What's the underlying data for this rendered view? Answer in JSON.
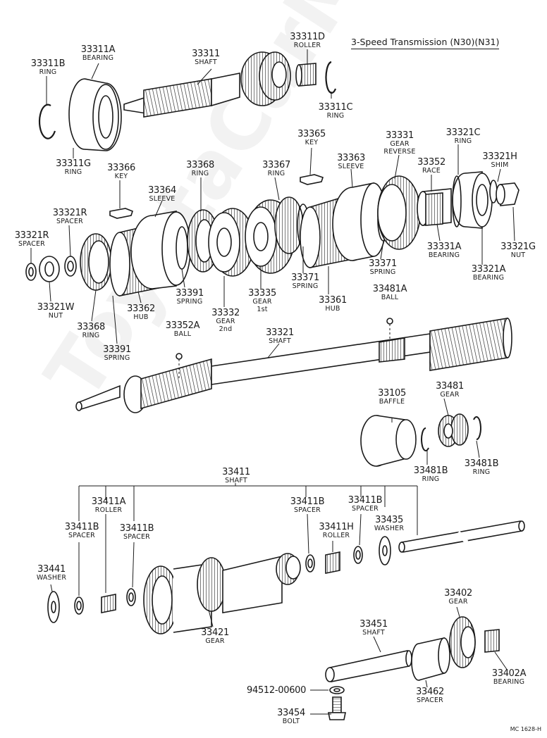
{
  "title": "3-Speed Transmission (N30)(N31)",
  "diagram_code": "MC 1628-H",
  "watermark": "ToyotaCarMan.ru",
  "parts": {
    "p33311B": {
      "number": "33311B",
      "desc": "RING"
    },
    "p33311A": {
      "number": "33311A",
      "desc": "BEARING"
    },
    "p33311": {
      "number": "33311",
      "desc": "SHAFT"
    },
    "p33311D": {
      "number": "33311D",
      "desc": "ROLLER"
    },
    "p33311C": {
      "number": "33311C",
      "desc": "RING"
    },
    "p33311G": {
      "number": "33311G",
      "desc": "RING"
    },
    "p33365": {
      "number": "33365",
      "desc": "KEY"
    },
    "p33331": {
      "number": "33331",
      "desc": "GEAR",
      "desc2": "REVERSE"
    },
    "p33321C": {
      "number": "33321C",
      "desc": "RING"
    },
    "p33366": {
      "number": "33366",
      "desc": "KEY"
    },
    "p33368a": {
      "number": "33368",
      "desc": "RING"
    },
    "p33367": {
      "number": "33367",
      "desc": "RING"
    },
    "p33363": {
      "number": "33363",
      "desc": "SLEEVE"
    },
    "p33352": {
      "number": "33352",
      "desc": "RACE"
    },
    "p33321H": {
      "number": "33321H",
      "desc": "SHIM"
    },
    "p33364": {
      "number": "33364",
      "desc": "SLEEVE"
    },
    "p33321Ra": {
      "number": "33321R",
      "desc": "SPACER"
    },
    "p33321Rb": {
      "number": "33321R",
      "desc": "SPACER"
    },
    "p33331A": {
      "number": "33331A",
      "desc": "BEARING"
    },
    "p33321G": {
      "number": "33321G",
      "desc": "NUT"
    },
    "p33371a": {
      "number": "33371",
      "desc": "SPRING"
    },
    "p33321A": {
      "number": "33321A",
      "desc": "BEARING"
    },
    "p33371b": {
      "number": "33371",
      "desc": "SPRING"
    },
    "p33391a": {
      "number": "33391",
      "desc": "SPRING"
    },
    "p33335": {
      "number": "33335",
      "desc": "GEAR",
      "desc2": "1st"
    },
    "p33361": {
      "number": "33361",
      "desc": "HUB"
    },
    "p33321W": {
      "number": "33321W",
      "desc": "NUT"
    },
    "p33362": {
      "number": "33362",
      "desc": "HUB"
    },
    "p33332": {
      "number": "33332",
      "desc": "GEAR",
      "desc2": "2nd"
    },
    "p33481A": {
      "number": "33481A",
      "desc": "BALL"
    },
    "p33368b": {
      "number": "33368",
      "desc": "RING"
    },
    "p33352A": {
      "number": "33352A",
      "desc": "BALL"
    },
    "p33321": {
      "number": "33321",
      "desc": "SHAFT"
    },
    "p33391b": {
      "number": "33391",
      "desc": "SPRING"
    },
    "p33105": {
      "number": "33105",
      "desc": "BAFFLE"
    },
    "p33481": {
      "number": "33481",
      "desc": "GEAR"
    },
    "p33481B1": {
      "number": "33481B",
      "desc": "RING"
    },
    "p33481B2": {
      "number": "33481B",
      "desc": "RING"
    },
    "p33411": {
      "number": "33411",
      "desc": "SHAFT"
    },
    "p33411A": {
      "number": "33411A",
      "desc": "ROLLER"
    },
    "p33411Ba": {
      "number": "33411B",
      "desc": "SPACER"
    },
    "p33411Bb": {
      "number": "33411B",
      "desc": "SPACER"
    },
    "p33411Bc": {
      "number": "33411B",
      "desc": "SPACER"
    },
    "p33411Bd": {
      "number": "33411B",
      "desc": "SPACER"
    },
    "p33411H": {
      "number": "33411H",
      "desc": "ROLLER"
    },
    "p33435": {
      "number": "33435",
      "desc": "WASHER"
    },
    "p33441": {
      "number": "33441",
      "desc": "WASHER"
    },
    "p33421": {
      "number": "33421",
      "desc": "GEAR"
    },
    "p33402": {
      "number": "33402",
      "desc": "GEAR"
    },
    "p33451": {
      "number": "33451",
      "desc": "SHAFT"
    },
    "p94512": {
      "number": "94512-00600",
      "desc": ""
    },
    "p33402A": {
      "number": "33402A",
      "desc": "BEARING"
    },
    "p33462": {
      "number": "33462",
      "desc": "SPACER"
    },
    "p33454": {
      "number": "33454",
      "desc": "BOLT"
    }
  }
}
